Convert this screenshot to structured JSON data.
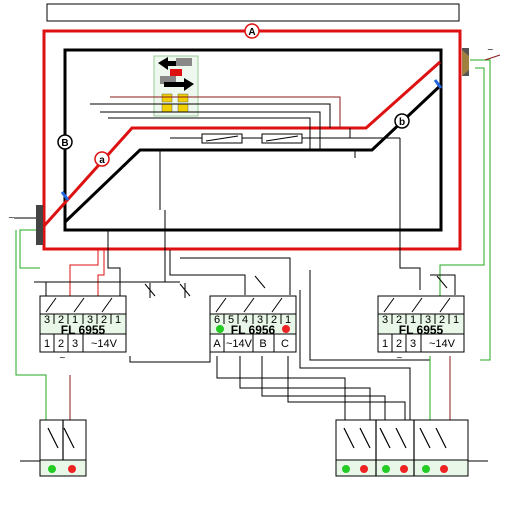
{
  "title_bar": {
    "text": ""
  },
  "loop_labels": {
    "outer": "A",
    "inner": "B",
    "siding_a": "a",
    "siding_b": "b"
  },
  "module_left": {
    "name": "FL 6955",
    "top_terminals": [
      "3",
      "2",
      "1",
      "3",
      "2",
      "1"
    ],
    "bottom_terminals": [
      "1",
      "2",
      "3",
      "~14V"
    ]
  },
  "module_center": {
    "name": "FL 6956",
    "top_terminals": [
      "6",
      "5",
      "4",
      "3",
      "2",
      "1"
    ],
    "bottom_terminals": [
      "A",
      "~14V",
      "B",
      "C"
    ],
    "led_left_color": "#22cc22",
    "led_right_color": "#ee2222"
  },
  "module_right": {
    "name": "FL 6955",
    "top_terminals": [
      "3",
      "2",
      "1",
      "3",
      "2",
      "1"
    ],
    "bottom_terminals": [
      "1",
      "2",
      "3",
      "~14V"
    ]
  },
  "symbols": {
    "ac_symbol": "~"
  },
  "colors": {
    "outer_track": "#dd1111",
    "inner_track": "#000000",
    "feeder_green": "#22aa22",
    "feeder_darkred": "#8b1a1a",
    "module_fill": "#e8f7e8"
  }
}
